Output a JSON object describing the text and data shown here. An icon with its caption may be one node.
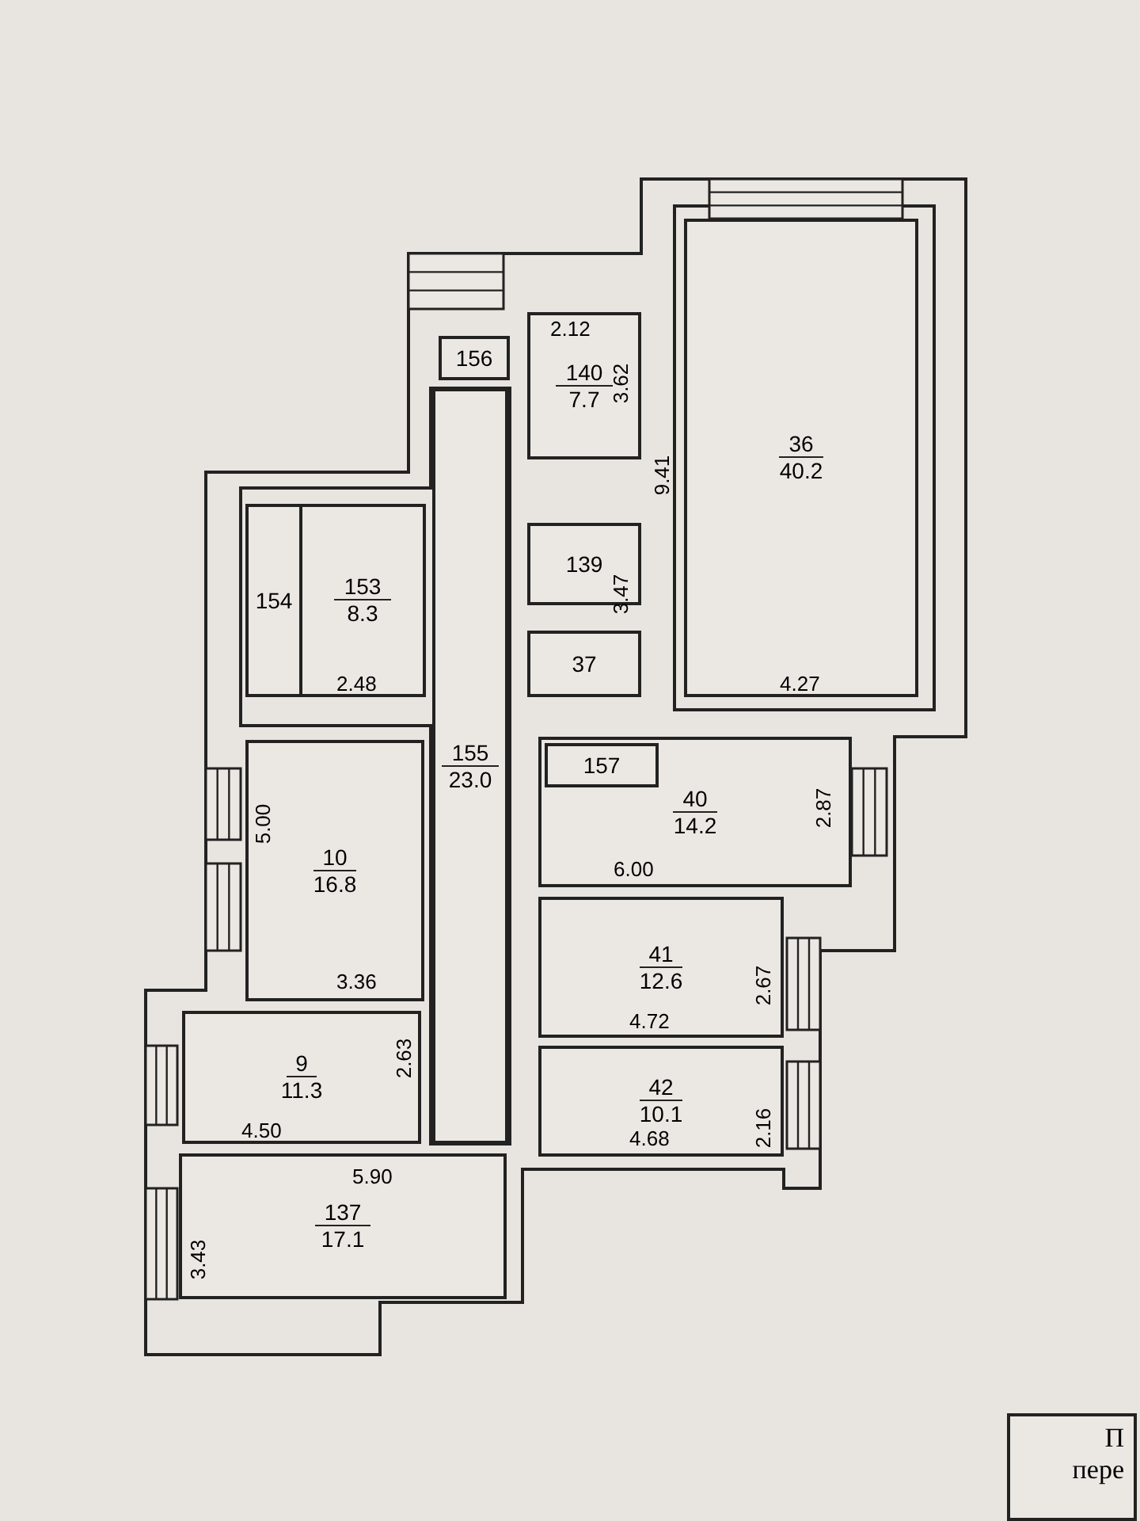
{
  "diagram": {
    "nodes": [
      {
        "text": [
          "156"
        ]
      },
      {
        "text": [
          "140",
          "7.7"
        ]
      },
      {
        "text": [
          "36",
          "40.2"
        ]
      },
      {
        "text": [
          "154"
        ]
      },
      {
        "text": [
          "153",
          "8.3"
        ]
      },
      {
        "text": [
          "139"
        ]
      },
      {
        "text": [
          "37"
        ]
      },
      {
        "text": [
          "155",
          "23.0"
        ]
      },
      {
        "text": [
          "40",
          "14.2"
        ]
      },
      {
        "text": [
          "157"
        ],
        "in": 8
      },
      {
        "text": [
          "10",
          "16.8"
        ]
      },
      {
        "text": [
          "41",
          "12.6"
        ]
      },
      {
        "text": [
          "9",
          "11.3"
        ]
      },
      {
        "text": [
          "42",
          "10.1"
        ]
      },
      {
        "text": [
          "137",
          "17.1"
        ]
      },
      {
        "text": [
          "П",
          "пере"
        ]
      }
    ],
    "edges": [],
    "labels": [
      "2.12",
      "3.62",
      "9.41",
      "3.47",
      "4.27",
      "2.48",
      "2.87",
      "5.00",
      "6.00",
      "3.36",
      "2.67",
      "4.72",
      "2.63",
      "2.16",
      "4.50",
      "4.68",
      "5.90",
      "3.43"
    ]
  }
}
